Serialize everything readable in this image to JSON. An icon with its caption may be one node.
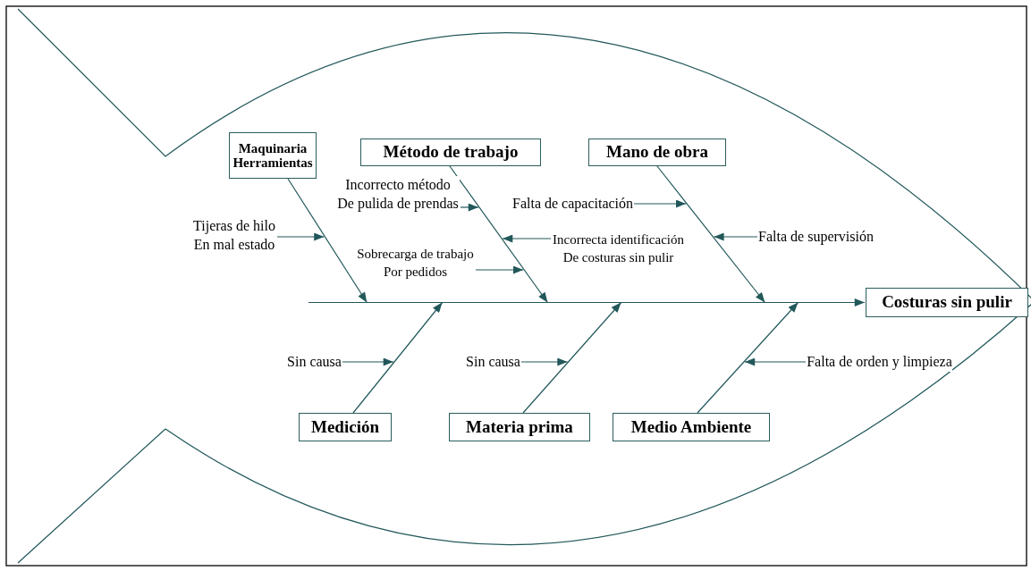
{
  "diagram": {
    "nodes": [
      {
        "text": [
          "Maquinaria Herramientas"
        ]
      },
      {
        "text": [
          "Método de trabajo"
        ]
      },
      {
        "text": [
          "Mano de obra"
        ]
      },
      {
        "text": [
          "Costuras sin pulir"
        ]
      },
      {
        "text": [
          "Medición"
        ]
      },
      {
        "text": [
          "Materia prima"
        ]
      },
      {
        "text": [
          "Medio Ambiente"
        ]
      },
      {
        "text": [
          "Incorrecto método De pulida de prendas"
        ]
      },
      {
        "text": [
          "Tijeras de hilo En mal estado"
        ]
      },
      {
        "text": [
          "Sobrecarga de trabajo Por pedidos"
        ]
      },
      {
        "text": [
          "Falta de capacitación"
        ]
      },
      {
        "text": [
          "Incorrecta identificación De costuras sin pulir"
        ]
      },
      {
        "text": [
          "Falta de supervisión"
        ]
      },
      {
        "text": [
          "Sin causa"
        ]
      },
      {
        "text": [
          "Sin causa"
        ]
      },
      {
        "text": [
          "Falta de orden y limpieza"
        ]
      }
    ],
    "edges": [
      {
        "from": 0,
        "to": 3,
        "arrow": "to"
      },
      {
        "from": 1,
        "to": 3,
        "arrow": "to"
      },
      {
        "from": 2,
        "to": 3,
        "arrow": "to"
      },
      {
        "from": 4,
        "to": 3,
        "arrow": "to"
      },
      {
        "from": 5,
        "to": 3,
        "arrow": "to"
      },
      {
        "from": 6,
        "to": 3,
        "arrow": "to"
      },
      {
        "from": 7,
        "to": null,
        "arrow": "to"
      },
      {
        "from": 8,
        "to": null,
        "arrow": "to"
      },
      {
        "from": 9,
        "to": null,
        "arrow": "to"
      },
      {
        "from": 10,
        "to": null,
        "arrow": "to"
      },
      {
        "from": 11,
        "to": null,
        "arrow": "to"
      },
      {
        "from": 12,
        "to": null,
        "arrow": "to"
      },
      {
        "from": 13,
        "to": null,
        "arrow": "to"
      },
      {
        "from": 14,
        "to": null,
        "arrow": "to"
      },
      {
        "from": 15,
        "to": null,
        "arrow": "to"
      }
    ]
  }
}
